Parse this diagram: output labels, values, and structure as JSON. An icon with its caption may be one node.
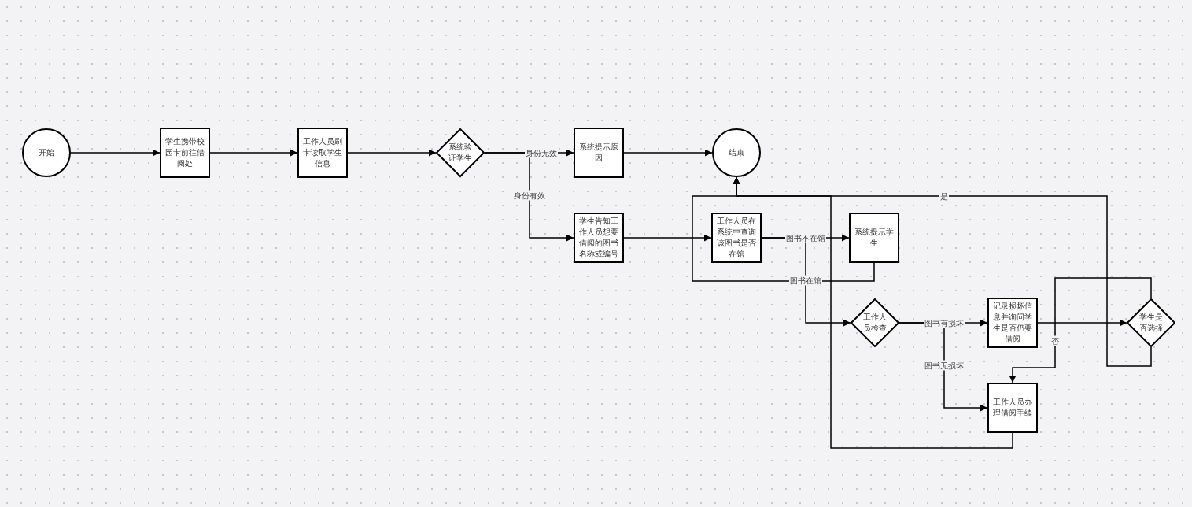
{
  "diagram": {
    "nodes": [
      {
        "text": [
          "开始"
        ]
      },
      {
        "text": [
          "学生携带校园卡前往借阅处"
        ]
      },
      {
        "text": [
          "工作人员刷卡读取学生信息"
        ]
      },
      {
        "text": [
          "系统验证学生"
        ]
      },
      {
        "text": [
          "系统提示原因"
        ]
      },
      {
        "text": [
          "结束"
        ]
      },
      {
        "text": [
          "学生告知工作人员想要借阅的图书名称或编号"
        ]
      },
      {
        "text": [
          "工作人员在系统中查询该图书是否在馆"
        ]
      },
      {
        "text": [
          "系统提示学生"
        ]
      },
      {
        "text": [
          "工作人员检查"
        ]
      },
      {
        "text": [
          "记录损坏信息并询问学生是否仍要借阅"
        ]
      },
      {
        "text": [
          "学生是否选择"
        ]
      },
      {
        "text": [
          "工作人员办理借阅手续"
        ]
      }
    ],
    "edges": [
      {
        "from": 0,
        "to": 1,
        "arrow": "to"
      },
      {
        "from": 1,
        "to": 2,
        "arrow": "to"
      },
      {
        "from": 2,
        "to": 3,
        "arrow": "to"
      },
      {
        "from": 3,
        "to": 4,
        "arrow": "to",
        "label": "身份无效"
      },
      {
        "from": 3,
        "to": 6,
        "arrow": "to",
        "label": "身份有效"
      },
      {
        "from": 4,
        "to": 5,
        "arrow": "to"
      },
      {
        "from": 6,
        "to": 7,
        "arrow": "to"
      },
      {
        "from": 7,
        "to": 8,
        "arrow": "to",
        "label": "图书不在馆"
      },
      {
        "from": 7,
        "to": 9,
        "arrow": "to",
        "label": "图书在馆"
      },
      {
        "from": 8,
        "to": 5,
        "arrow": "to"
      },
      {
        "from": 9,
        "to": 10,
        "arrow": "to",
        "label": "图书有损坏"
      },
      {
        "from": 9,
        "to": 12,
        "arrow": "to",
        "label": "图书无损坏"
      },
      {
        "from": 10,
        "to": 11,
        "arrow": "to"
      },
      {
        "from": 11,
        "to": 5,
        "arrow": "to",
        "label": "是"
      },
      {
        "from": 11,
        "to": 12,
        "arrow": "to",
        "label": "否"
      },
      {
        "from": 12,
        "to": 5,
        "arrow": "to"
      }
    ]
  }
}
